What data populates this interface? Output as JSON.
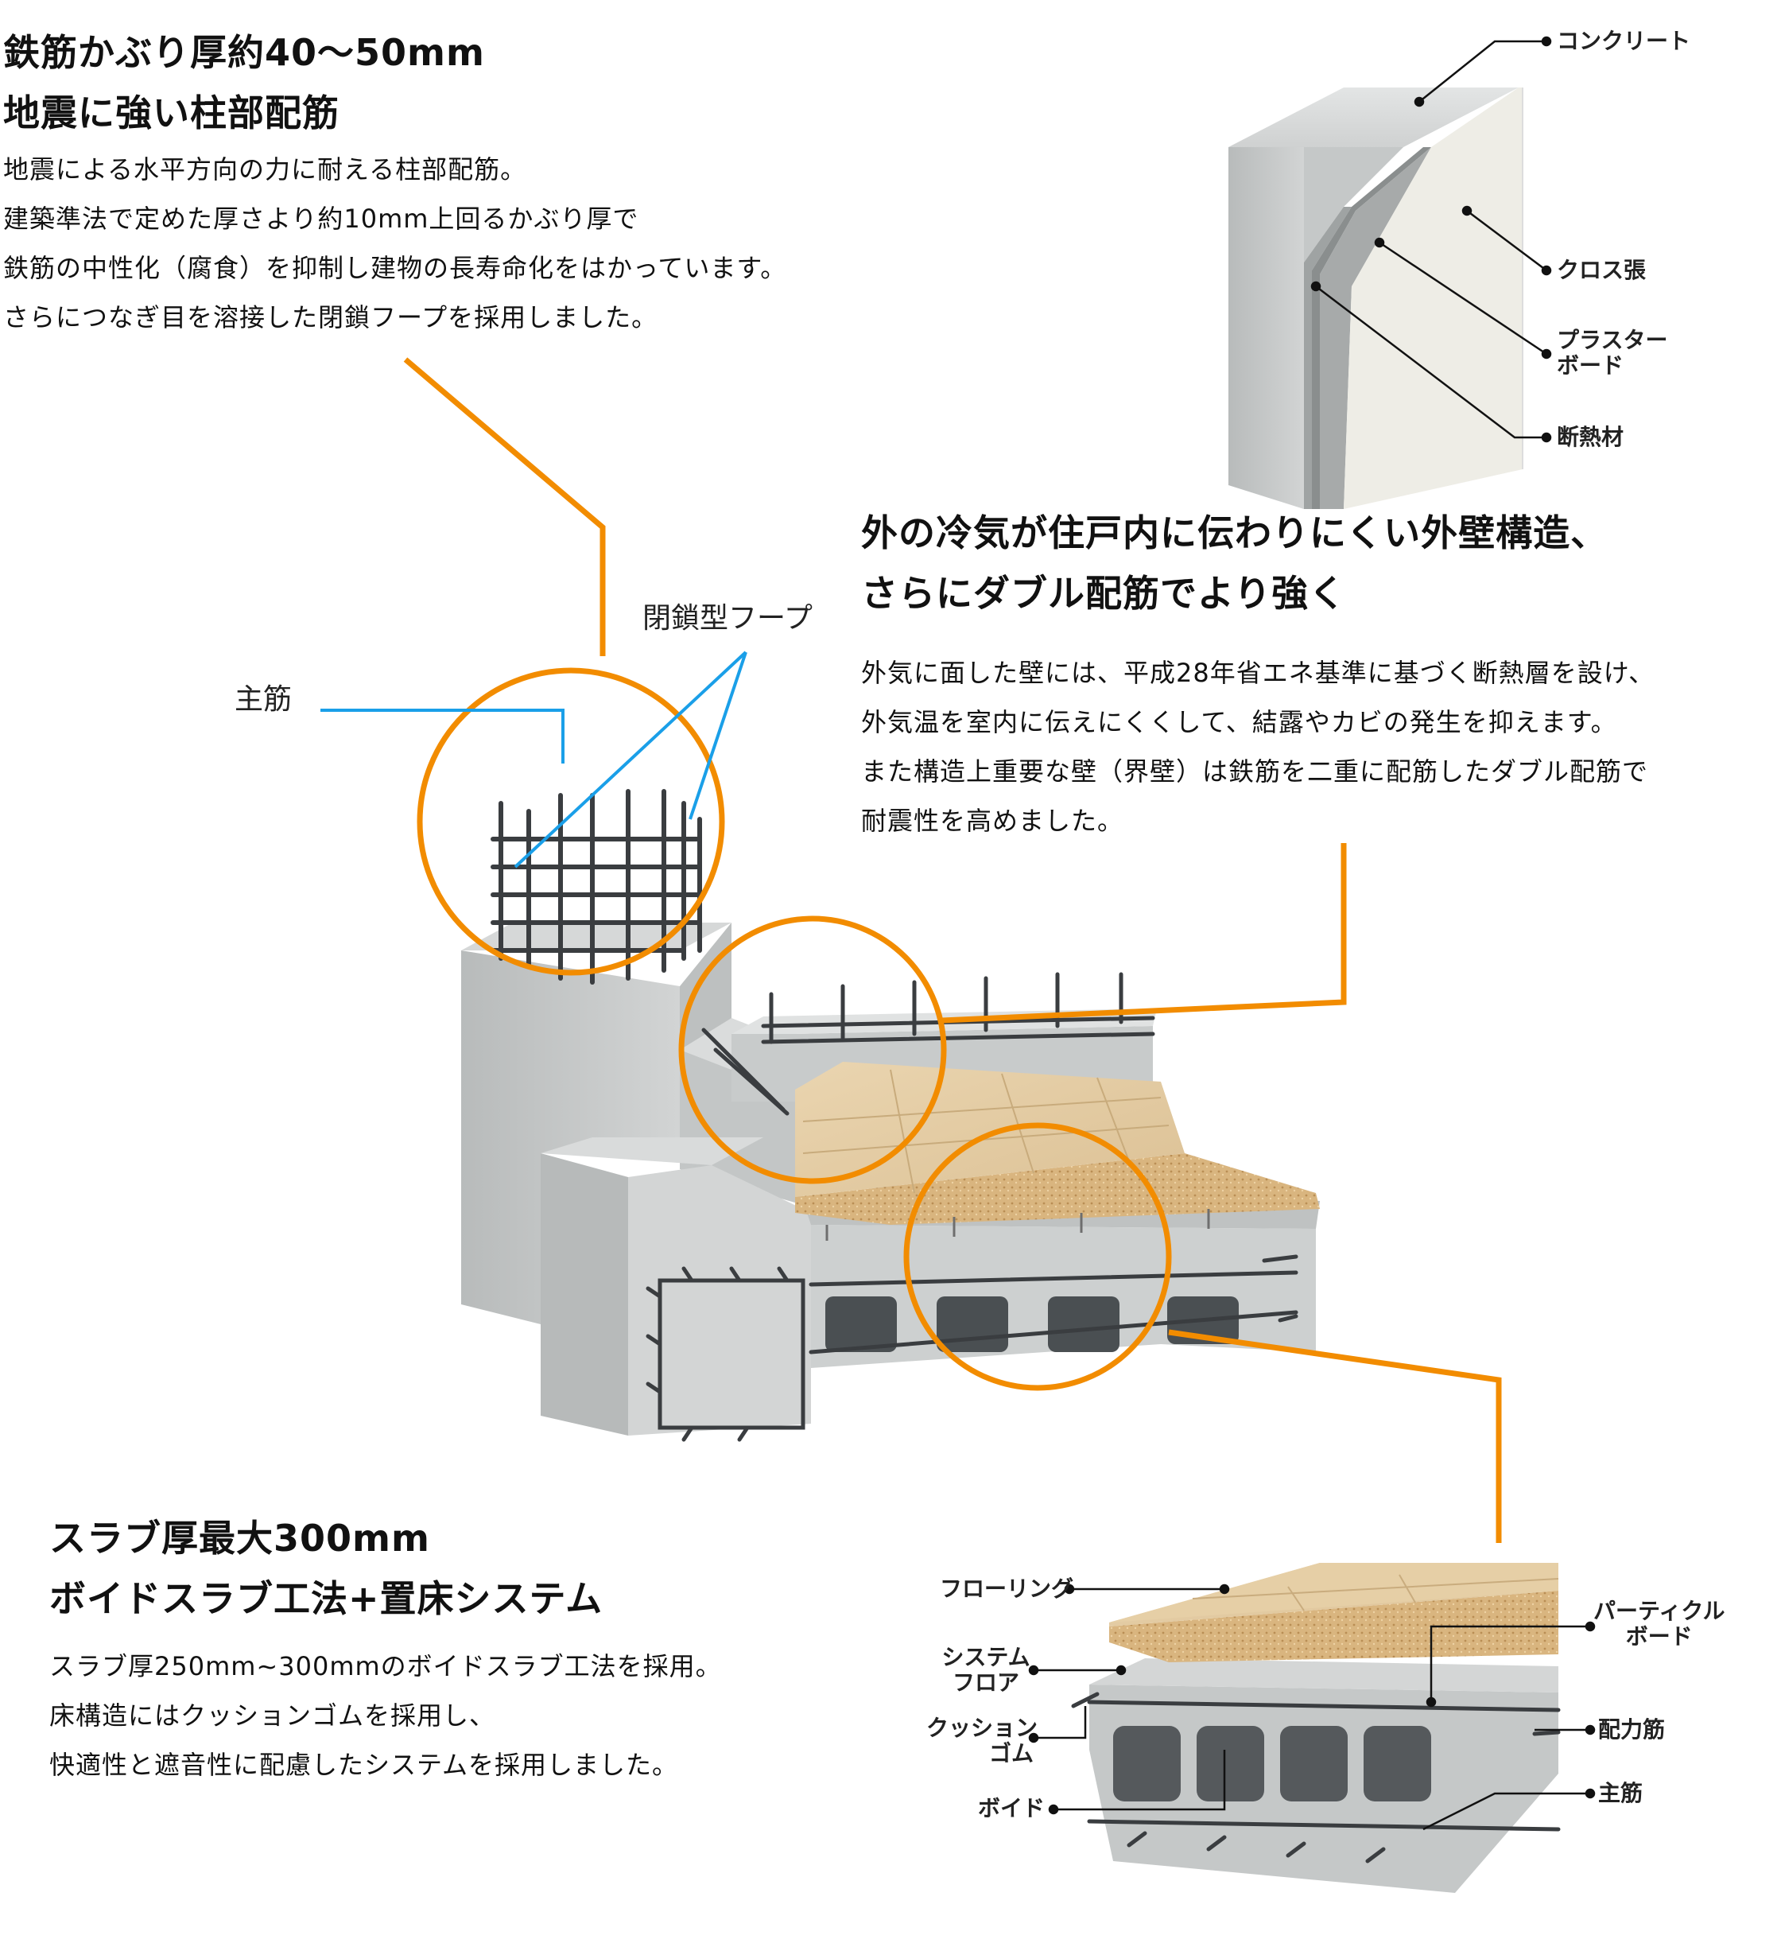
{
  "column_section": {
    "title_line1": "鉄筋かぶり厚約40〜50mm",
    "title_line2": "地震に強い柱部配筋",
    "body": [
      "地震による水平方向の力に耐える柱部配筋。",
      "建築準法で定めた厚さより約10mm上回るかぶり厚で",
      "鉄筋の中性化（腐食）を抑制し建物の長寿命化をはかっています。",
      "さらにつなぎ目を溶接した閉鎖フープを採用しました。"
    ]
  },
  "wall_section": {
    "title_line1": "外の冷気が住戸内に伝わりにくい外壁構造、",
    "title_line2": "さらにダブル配筋でより強く",
    "body": [
      "外気に面した壁には、平成28年省エネ基準に基づく断熱層を設け、",
      "外気温を室内に伝えにくくして、結露やカビの発生を抑えます。",
      "また構造上重要な壁（界壁）は鉄筋を二重に配筋したダブル配筋で",
      "耐震性を高めました。"
    ]
  },
  "slab_section": {
    "title_line1": "スラブ厚最大300mm",
    "title_line2": "ボイドスラブ工法+置床システム",
    "body": [
      "スラブ厚250mm~300mmのボイドスラブ工法を採用。",
      "床構造にはクッションゴムを採用し、",
      "快適性と遮音性に配慮したシステムを採用しました。"
    ]
  },
  "callouts": {
    "main_rebar": "主筋",
    "closed_hoop": "閉鎖型フープ"
  },
  "wall_labels": {
    "concrete": "コンクリート",
    "cloth": "クロス張",
    "plaster_1": "プラスター",
    "plaster_2": "ボード",
    "insulation": "断熱材"
  },
  "floor_labels": {
    "flooring": "フローリング",
    "system_floor_1": "システム",
    "system_floor_2": "フロア",
    "cushion_1": "クッション",
    "cushion_2": "ゴム",
    "void": "ボイド",
    "particle_1": "パーティクル",
    "particle_2": "ボード",
    "distribution_rebar": "配力筋",
    "main_rebar": "主筋"
  },
  "colors": {
    "accent_orange": "#F28C00",
    "callout_blue": "#1A9FE8",
    "concrete": "#C9CBCB",
    "wood": "#E6CFA8",
    "particle": "#D8B581"
  }
}
